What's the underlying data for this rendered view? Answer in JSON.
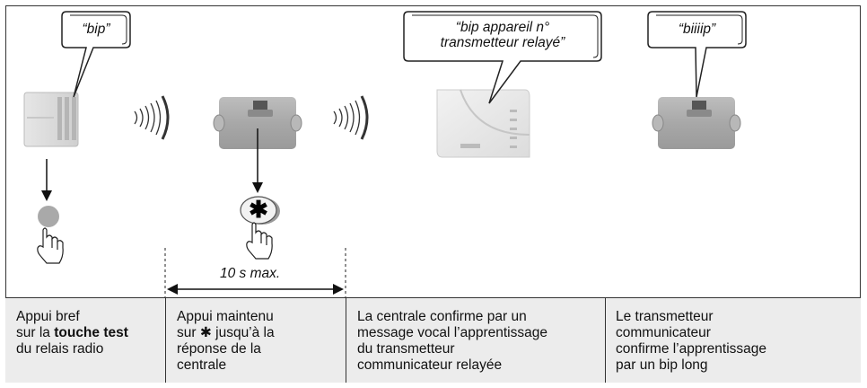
{
  "bubbles": {
    "relay_bip": "“bip”",
    "central_msg_line1": "“bip appareil n°",
    "central_msg_line2": "transmetteur relayé”",
    "transmitter_long_bip": "“biiiip”"
  },
  "timing_label": "10 s max.",
  "steps": {
    "step1": {
      "line1": "Appui bref",
      "line2_pre": "sur la ",
      "line2_bold": "touche test",
      "line3": "du relais radio"
    },
    "step2": {
      "line1": "Appui maintenu",
      "line2": "sur ✱ jusqu’à la",
      "line3": "réponse de la",
      "line4": "centrale"
    },
    "step3": {
      "line1": "La centrale confirme par un",
      "line2": "message vocal l’apprentissage",
      "line3": "du transmetteur",
      "line4": "communicateur relayée"
    },
    "step4": {
      "line1": "Le transmetteur",
      "line2": "communicateur",
      "line3": "confirme l’apprentissage",
      "line4": "par un bip long"
    }
  },
  "key_symbol": "✱"
}
